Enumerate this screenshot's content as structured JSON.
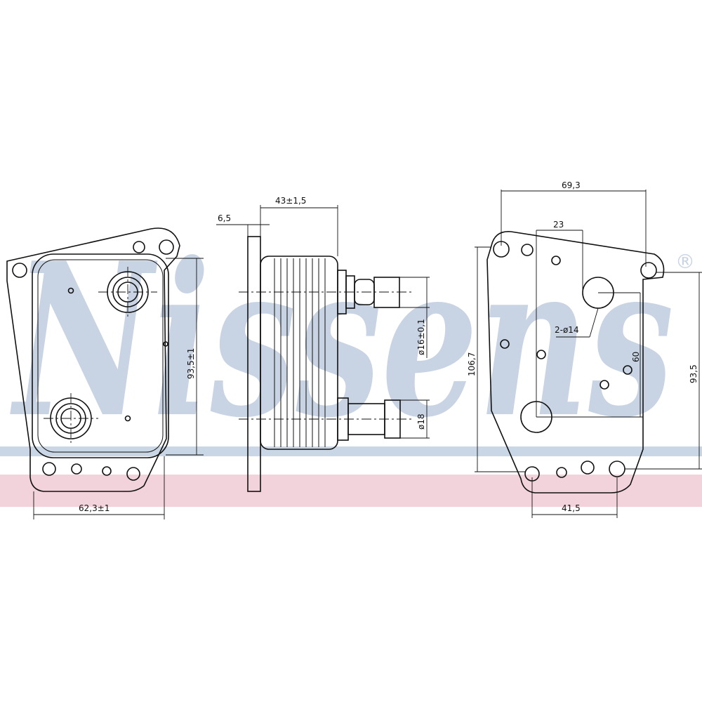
{
  "brand": {
    "watermark": "Nissens",
    "registered": "®",
    "watermark_color": "#c8d4e3",
    "band_blue": "#c9d6e6",
    "band_pink": "#f2d3dc"
  },
  "dimensions": {
    "front_width": "62,3±1",
    "front_height": "93,5±1",
    "side_depth": "43±1,5",
    "flange_thickness": "6,5",
    "pipe_upper_dia": "ø16±0,1",
    "pipe_lower_dia": "ø18",
    "rear_top_width": "69,3",
    "rear_offset": "23",
    "rear_holes": "2-ø14",
    "rear_height_left": "106,7",
    "rear_hole_spacing_v": "60",
    "rear_height_right": "93,5",
    "rear_bottom_width": "41,5"
  }
}
